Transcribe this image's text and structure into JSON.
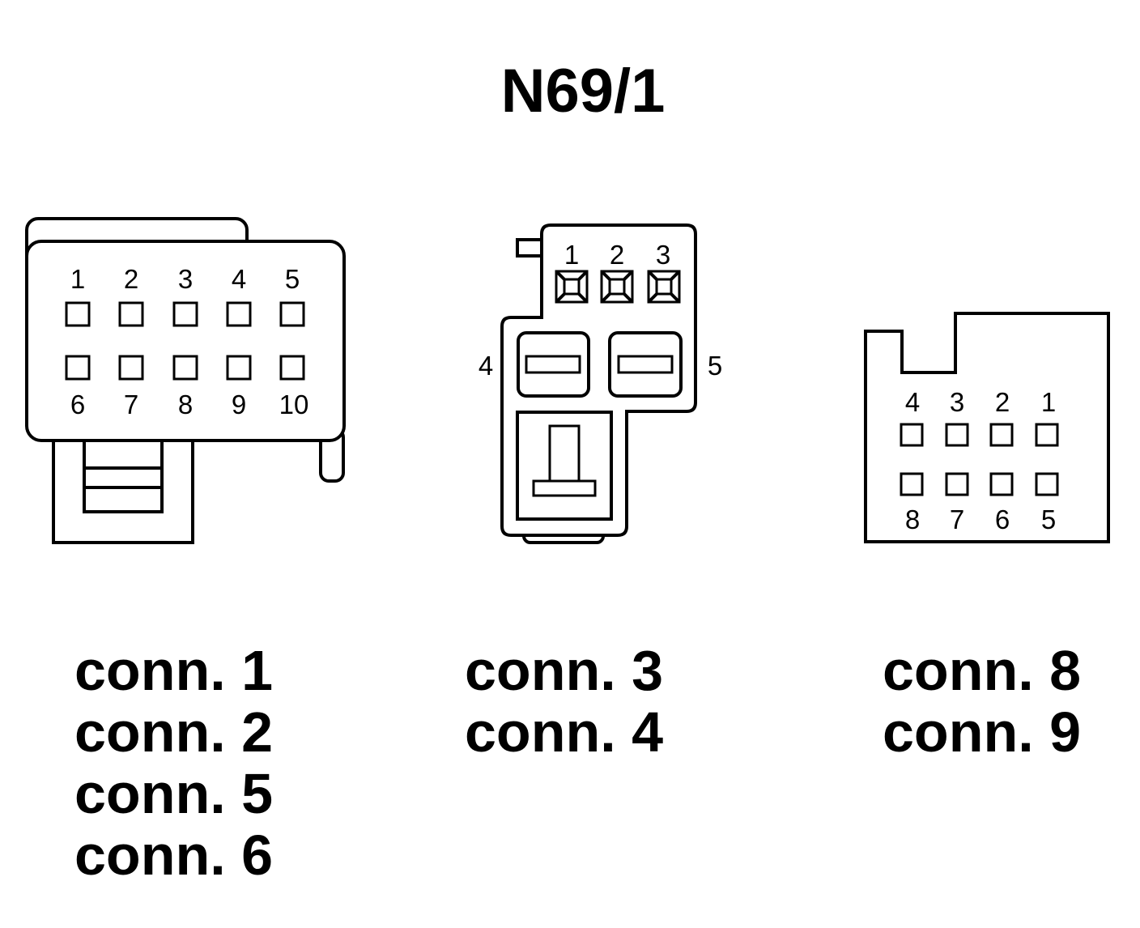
{
  "title": "N69/1",
  "connectors": [
    {
      "id": "left",
      "pins_top": [
        "1",
        "2",
        "3",
        "4",
        "5"
      ],
      "pins_bottom": [
        "6",
        "7",
        "8",
        "9",
        "10"
      ],
      "labels": [
        "conn. 1",
        "conn. 2",
        "conn. 5",
        "conn. 6"
      ]
    },
    {
      "id": "middle",
      "pins_top": [
        "1",
        "2",
        "3"
      ],
      "pin_left": "4",
      "pin_right": "5",
      "labels": [
        "conn. 3",
        "conn. 4"
      ]
    },
    {
      "id": "right",
      "pins_top": [
        "4",
        "3",
        "2",
        "1"
      ],
      "pins_bottom": [
        "8",
        "7",
        "6",
        "5"
      ],
      "labels": [
        "conn. 8",
        "conn. 9"
      ]
    }
  ]
}
